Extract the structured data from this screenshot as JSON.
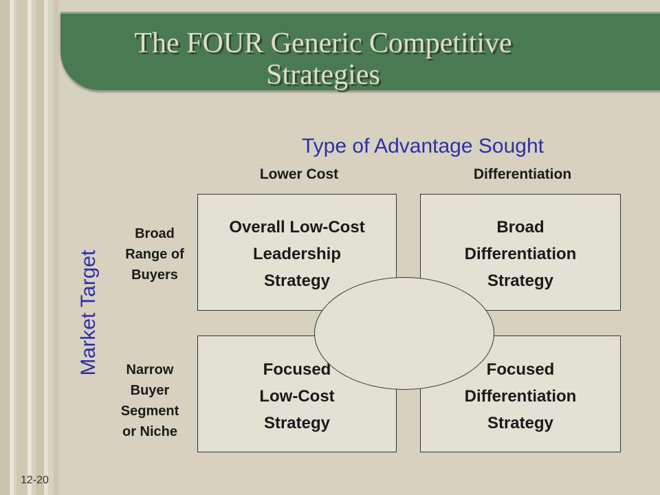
{
  "title": {
    "line1": "The  FOUR  Generic Competitive",
    "line2": "Strategies"
  },
  "advantage_axis": {
    "label": "Type  of  Advantage  Sought",
    "columns": [
      "Lower Cost",
      "Differentiation"
    ]
  },
  "market_axis": {
    "label": "Market  Target",
    "rows": [
      {
        "lines": [
          "Broad",
          "Range of",
          "Buyers"
        ]
      },
      {
        "lines": [
          "Narrow",
          "Buyer",
          "Segment",
          "or Niche"
        ]
      }
    ]
  },
  "strategies": [
    {
      "lines": [
        "Overall Low-Cost",
        "Leadership",
        "Strategy"
      ]
    },
    {
      "lines": [
        "Broad",
        "Differentiation",
        "Strategy"
      ]
    },
    {
      "lines": [
        "Focused",
        "Low-Cost",
        "Strategy"
      ]
    },
    {
      "lines": [
        "Focused",
        "Differentiation",
        "Strategy"
      ]
    }
  ],
  "colors": {
    "background": "#d7d2c0",
    "title_bar": "#4a7a52",
    "title_text": "#e0dcc8",
    "axis_text": "#2e2fa8",
    "box_fill": "#e3e1d3"
  },
  "slide_number": "12-20"
}
